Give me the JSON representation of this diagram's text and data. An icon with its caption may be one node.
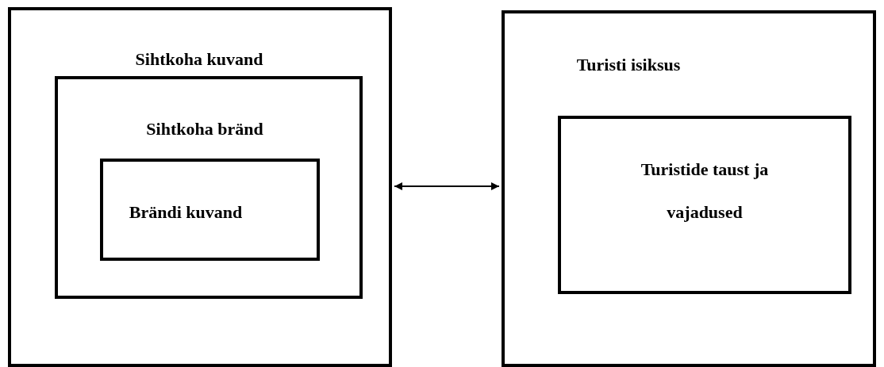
{
  "diagram": {
    "nodes": [
      {
        "text": [
          "Sihtkoha kuvand"
        ]
      },
      {
        "text": [
          "Sihtkoha bränd"
        ],
        "in": 0
      },
      {
        "text": [
          "Brändi kuvand"
        ],
        "in": 1
      },
      {
        "text": [
          "Turisti isiksus"
        ]
      },
      {
        "text": [
          "Turistide taust ja vajadused"
        ],
        "in": 3
      }
    ],
    "edges": [
      {
        "from": 0,
        "to": 3,
        "arrow": "both"
      }
    ]
  }
}
